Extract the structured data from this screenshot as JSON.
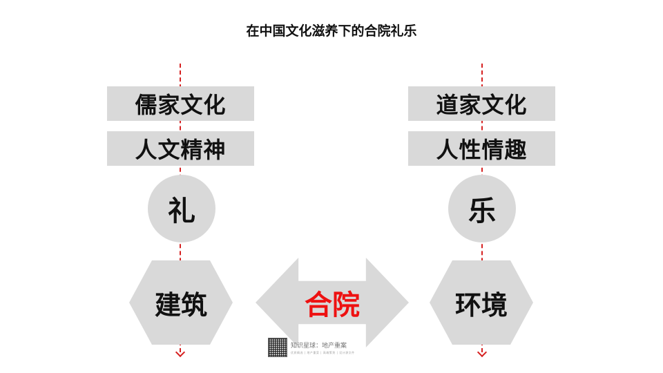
{
  "title": "在中国文化滋养下的合院礼乐",
  "left": {
    "box1": "儒家文化",
    "box2": "人文精神",
    "circle": "礼",
    "hexagon": "建筑"
  },
  "right": {
    "box1": "道家文化",
    "box2": "人性情趣",
    "circle": "乐",
    "hexagon": "环境"
  },
  "center": {
    "label": "合院"
  },
  "watermark": {
    "line1": "知识星球：地产重案",
    "line2": "优质精选 | 地产重案 | 高端策划 | 设计源文件"
  },
  "colors": {
    "shape_fill": "#d9d9d9",
    "center_label": "#ee1111",
    "dashed_line": "#d62020"
  }
}
